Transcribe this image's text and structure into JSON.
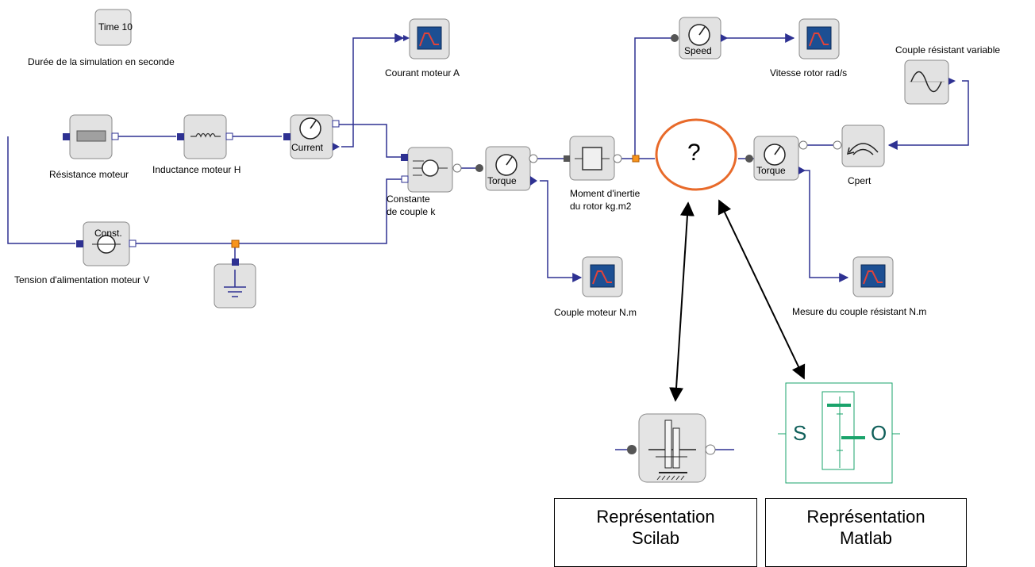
{
  "blocks": {
    "time": {
      "label": "Time 10",
      "caption": "Durée de la simulation en seconde"
    },
    "resistance": {
      "caption": "Résistance moteur"
    },
    "inductance": {
      "caption": "Inductance moteur H"
    },
    "current_sensor": {
      "label": "Current"
    },
    "scope_current": {
      "caption": "Courant moteur A"
    },
    "emf": {
      "caption_line1": "Constante",
      "caption_line2": "de couple k"
    },
    "voltage": {
      "label": "Const.",
      "caption": "Tension d'alimentation moteur V"
    },
    "torque_sensor_1": {
      "label": "Torque"
    },
    "scope_torque": {
      "caption": "Couple moteur N.m"
    },
    "inertia": {
      "caption_line1": "Moment d'inertie",
      "caption_line2": "du rotor kg.m2"
    },
    "speed_sensor": {
      "label": "Speed"
    },
    "scope_speed": {
      "caption": "Vitesse rotor rad/s"
    },
    "unknown": {
      "label": "?"
    },
    "torque_sensor_2": {
      "label": "Torque"
    },
    "cpert": {
      "caption": "Cpert"
    },
    "sine": {
      "caption": "Couple résistant variable"
    },
    "scope_load": {
      "caption": "Mesure du couple résistant N.m"
    }
  },
  "legend": {
    "scilab": {
      "line1": "Représentation",
      "line2": "Scilab"
    },
    "matlab": {
      "line1": "Représentation",
      "line2": "Matlab"
    },
    "matlab_symbol": {
      "left": "S",
      "right": "O"
    }
  },
  "colors": {
    "wire": "#2e3192",
    "highlight": "#e86a2a",
    "port_orange": "#f7941d",
    "matlab_green": "#1aa36b"
  }
}
